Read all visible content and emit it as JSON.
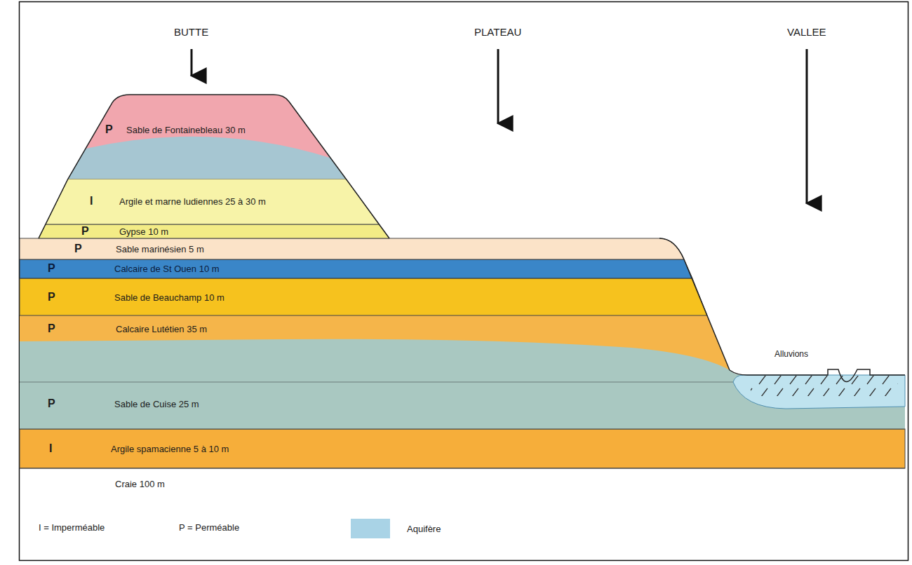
{
  "diagram": {
    "nodes": [
      {
        "text": [
          "P",
          "Sable de Fontainebleau 30 m"
        ]
      },
      {
        "text": [
          "I",
          "Argile et marne ludiennes 25 à 30 m"
        ]
      },
      {
        "text": [
          "P",
          "Gypse 10 m"
        ]
      },
      {
        "text": [
          "P",
          "Sable marinésien 5 m"
        ]
      },
      {
        "text": [
          "P",
          "Calcaire de St Ouen 10 m"
        ]
      },
      {
        "text": [
          "P",
          "Sable de Beauchamp 10 m"
        ]
      },
      {
        "text": [
          "P",
          "Calcaire Lutétien 35 m"
        ]
      },
      {
        "text": [
          "P",
          "Sable de Cuise 25 m"
        ]
      },
      {
        "text": [
          "I",
          "Argile spamacienne 5 à 10 m"
        ]
      }
    ],
    "labels": [
      "BUTTE",
      "PLATEAU",
      "VALLEE",
      "Alluvions",
      "Craie 100 m"
    ],
    "legend": [
      {
        "text": "I = Imperméable"
      },
      {
        "text": "P = Perméable"
      },
      {
        "text": "Aquifère",
        "color": "#a9d3e6"
      }
    ]
  }
}
